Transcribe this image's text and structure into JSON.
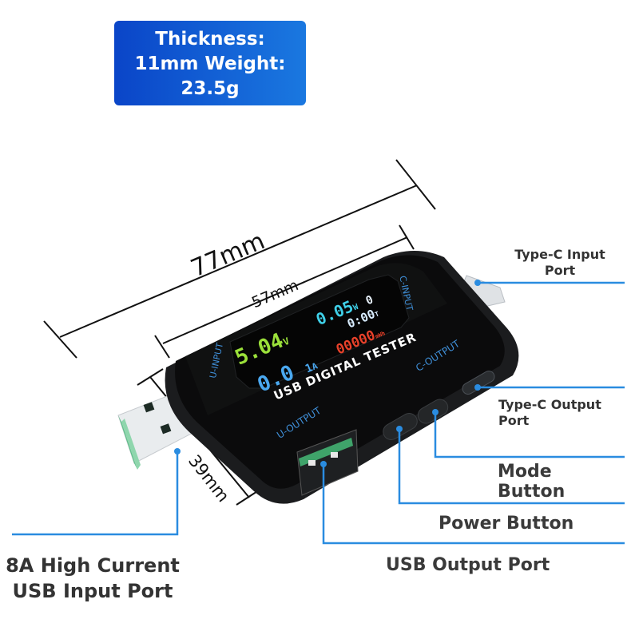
{
  "spec_badge": {
    "line1": "Thickness:",
    "line2": "11mm Weight:",
    "line3": "23.5g",
    "gradient_from": "#0a45c8",
    "gradient_to": "#1a78e0"
  },
  "dimensions": {
    "overall_length": "77mm",
    "body_length": "57mm",
    "width": "39mm"
  },
  "device": {
    "title": "USB DIGITAL TESTER",
    "port_labels": {
      "u_input": "U-INPUT",
      "c_input": "C-INPUT",
      "c_output": "C-OUTPUT",
      "u_output": "U-OUTPUT"
    },
    "screen": {
      "voltage": "5.04",
      "voltage_unit": "V",
      "current": "0.0",
      "current_indicator": "1",
      "current_unit": "A",
      "power": "0.05",
      "power_unit": "W",
      "group": "0",
      "time": "0:00",
      "time_unit": "T",
      "energy": "00000",
      "energy_unit": "mWh",
      "colors": {
        "voltage": "#9be03a",
        "current": "#4aa8f0",
        "power": "#3fd0e8",
        "time": "#d8ecff",
        "energy": "#e8412a"
      }
    }
  },
  "callouts": {
    "type_c_input": "Type-C Input Port",
    "type_c_input_l1": "Type-C Input",
    "type_c_input_l2": "Port",
    "type_c_output_l1": "Type-C Output",
    "type_c_output_l2": "Port",
    "mode_l1": "Mode",
    "mode_l2": "Button",
    "power": "Power Button",
    "usb_output": "USB Output Port",
    "usb_input_l1": "8A High Current",
    "usb_input_l2": "USB Input Port",
    "line_color": "#2a8ce0"
  }
}
